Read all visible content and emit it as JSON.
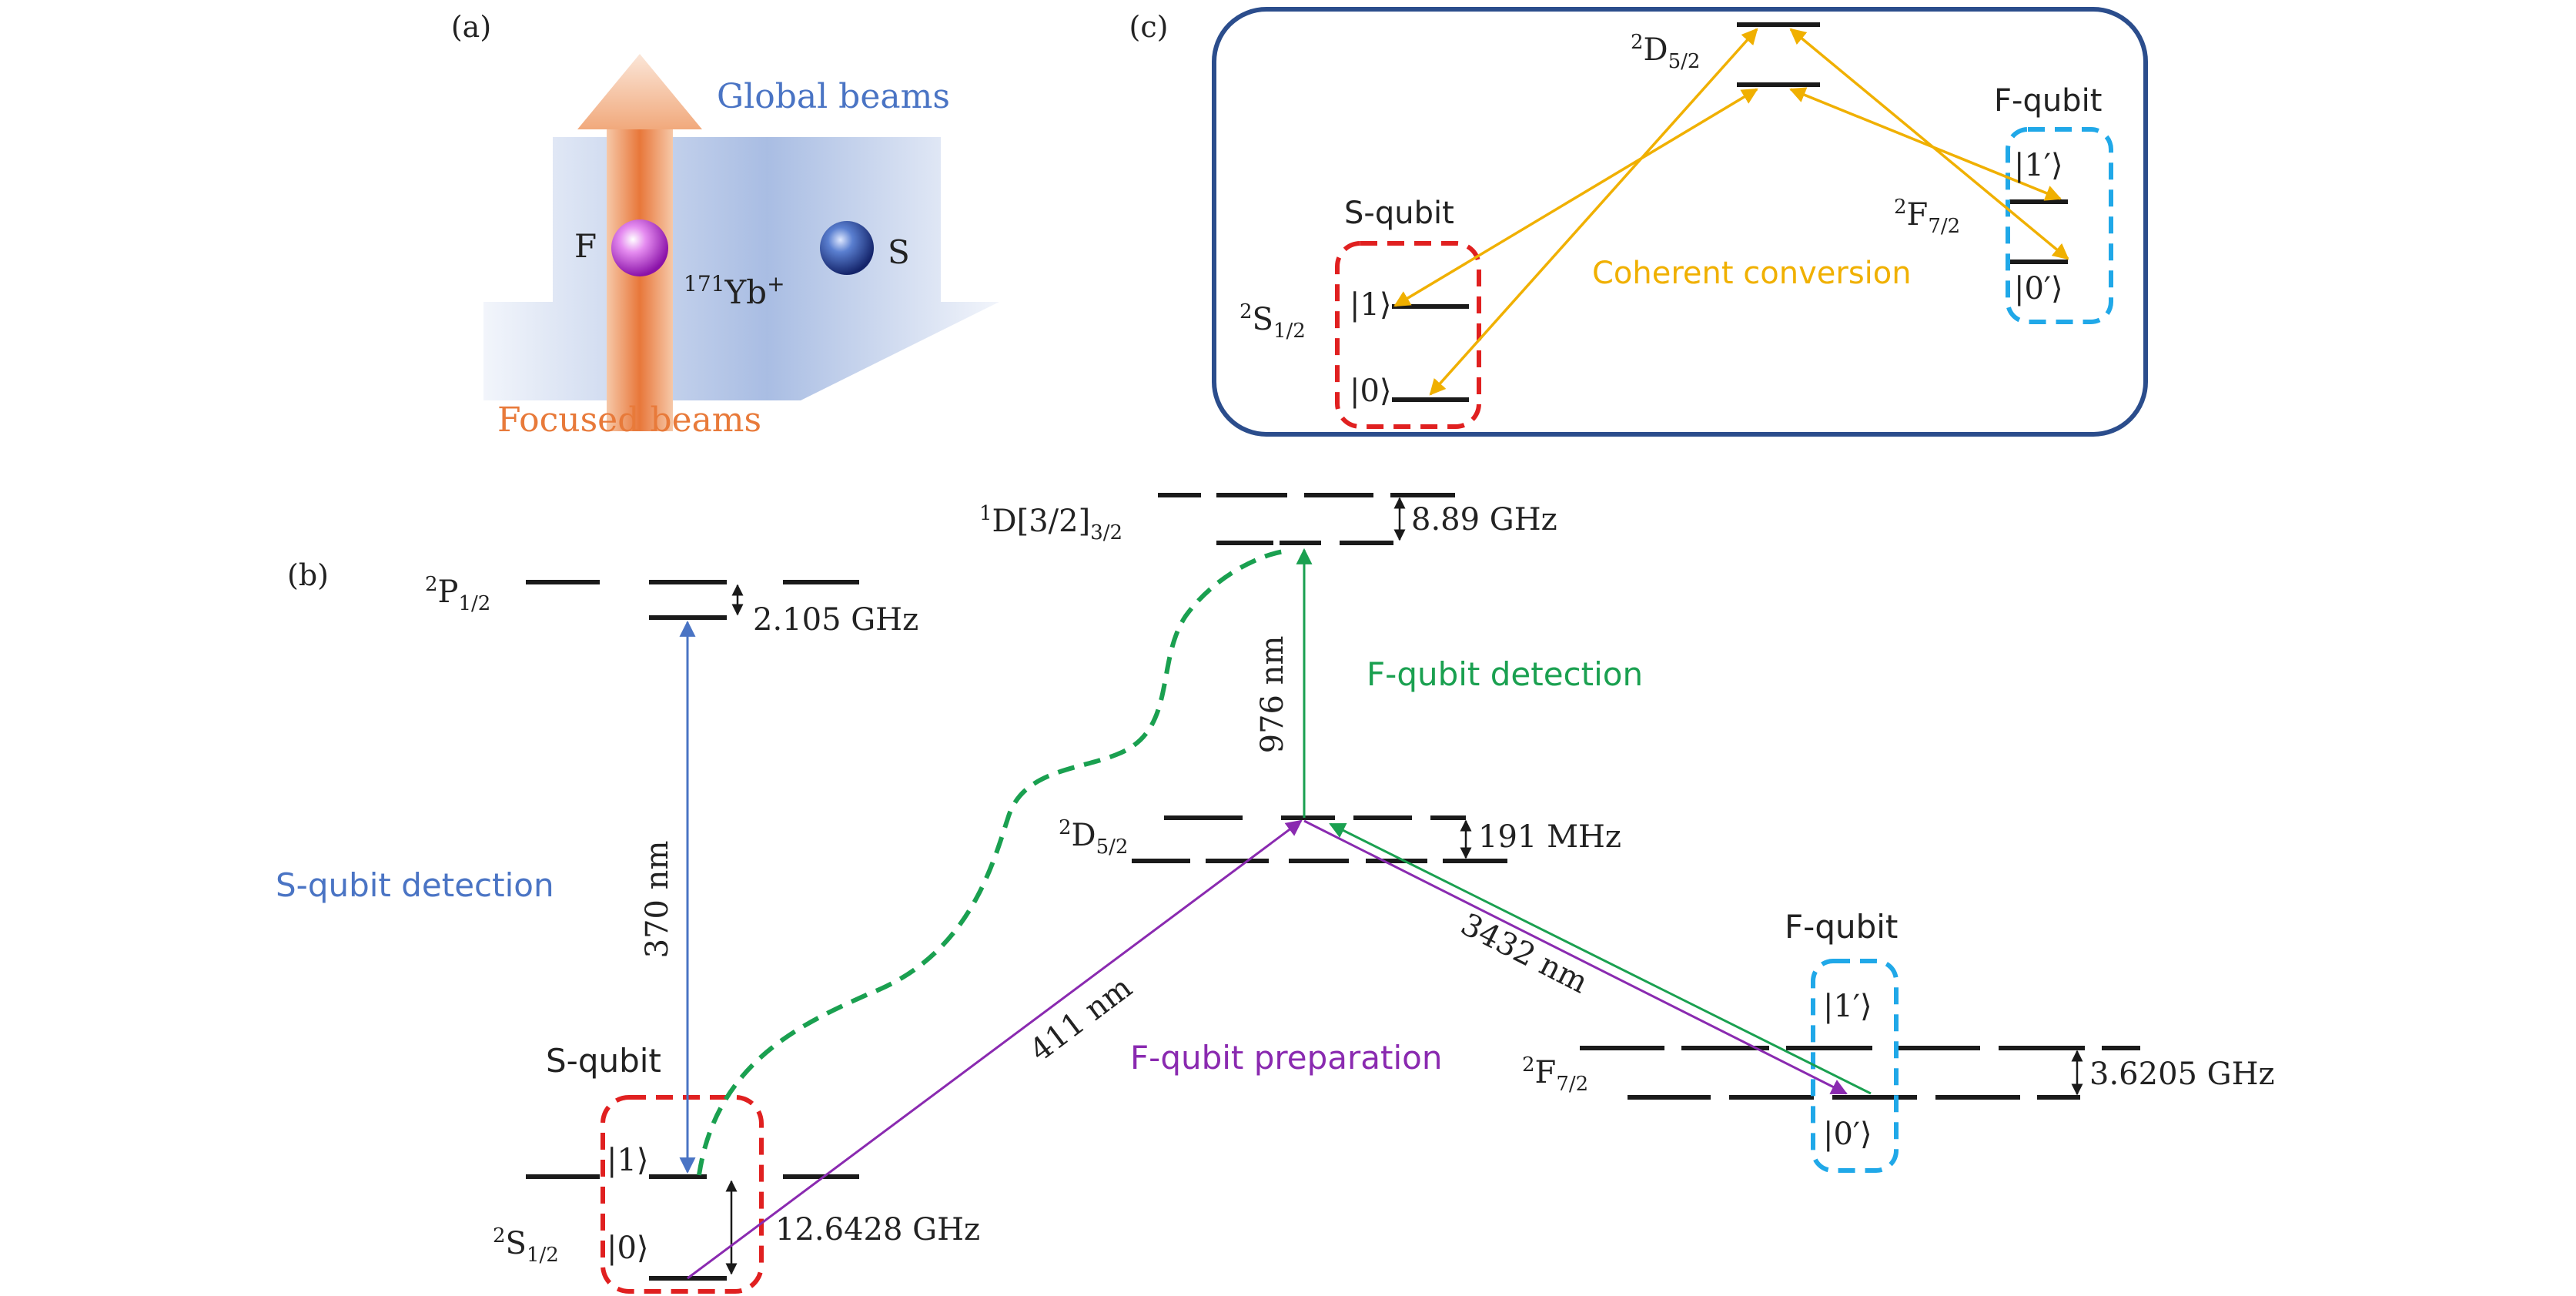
{
  "panels": {
    "a": "(a)",
    "b": "(b)",
    "c": "(c)"
  },
  "colors": {
    "level": "#1a1a1a",
    "blue_beam": "#4a74c4",
    "orange_beam": "#e87a3a",
    "green": "#1aa050",
    "purple": "#8a2ab0",
    "gold": "#f0b000",
    "red_box": "#e02020",
    "cyan_box": "#20a8e8",
    "frame": "#2b4d8c"
  },
  "panel_a": {
    "global_beams": "Global beams",
    "focused_beams": "Focused beams",
    "ion_f": "F",
    "ion_s": "S",
    "isotope_sup": "171",
    "isotope": "Yb",
    "isotope_charge": "+"
  },
  "panel_b": {
    "p12": {
      "sup": "2",
      "base": "P",
      "sub": "1/2"
    },
    "d32": {
      "sup": "1",
      "base": "D[3/2]",
      "sub": "3/2"
    },
    "d52": {
      "sup": "2",
      "base": "D",
      "sub": "5/2"
    },
    "f72": {
      "sup": "2",
      "base": "F",
      "sub": "7/2"
    },
    "s12": {
      "sup": "2",
      "base": "S",
      "sub": "1/2"
    },
    "splittings": {
      "p12": "2.105 GHz",
      "d32": "8.89 GHz",
      "d52": "191 MHz",
      "f72": "3.6205 GHz",
      "s12": "12.6428 GHz"
    },
    "wavelengths": {
      "w370": "370 nm",
      "w976": "976 nm",
      "w411": "411 nm",
      "w3432": "3432 nm"
    },
    "processes": {
      "s_detection": "S-qubit detection",
      "f_detection": "F-qubit detection",
      "f_preparation": "F-qubit preparation"
    },
    "s_qubit": "S-qubit",
    "f_qubit": "F-qubit",
    "ket1": "|1⟩",
    "ket0": "|0⟩",
    "ket1p": "|1′⟩",
    "ket0p": "|0′⟩"
  },
  "panel_c": {
    "d52": {
      "sup": "2",
      "base": "D",
      "sub": "5/2"
    },
    "f72": {
      "sup": "2",
      "base": "F",
      "sub": "7/2"
    },
    "s12": {
      "sup": "2",
      "base": "S",
      "sub": "1/2"
    },
    "s_qubit": "S-qubit",
    "f_qubit": "F-qubit",
    "ket1": "|1⟩",
    "ket0": "|0⟩",
    "ket1p": "|1′⟩",
    "ket0p": "|0′⟩",
    "conversion": "Coherent conversion"
  }
}
